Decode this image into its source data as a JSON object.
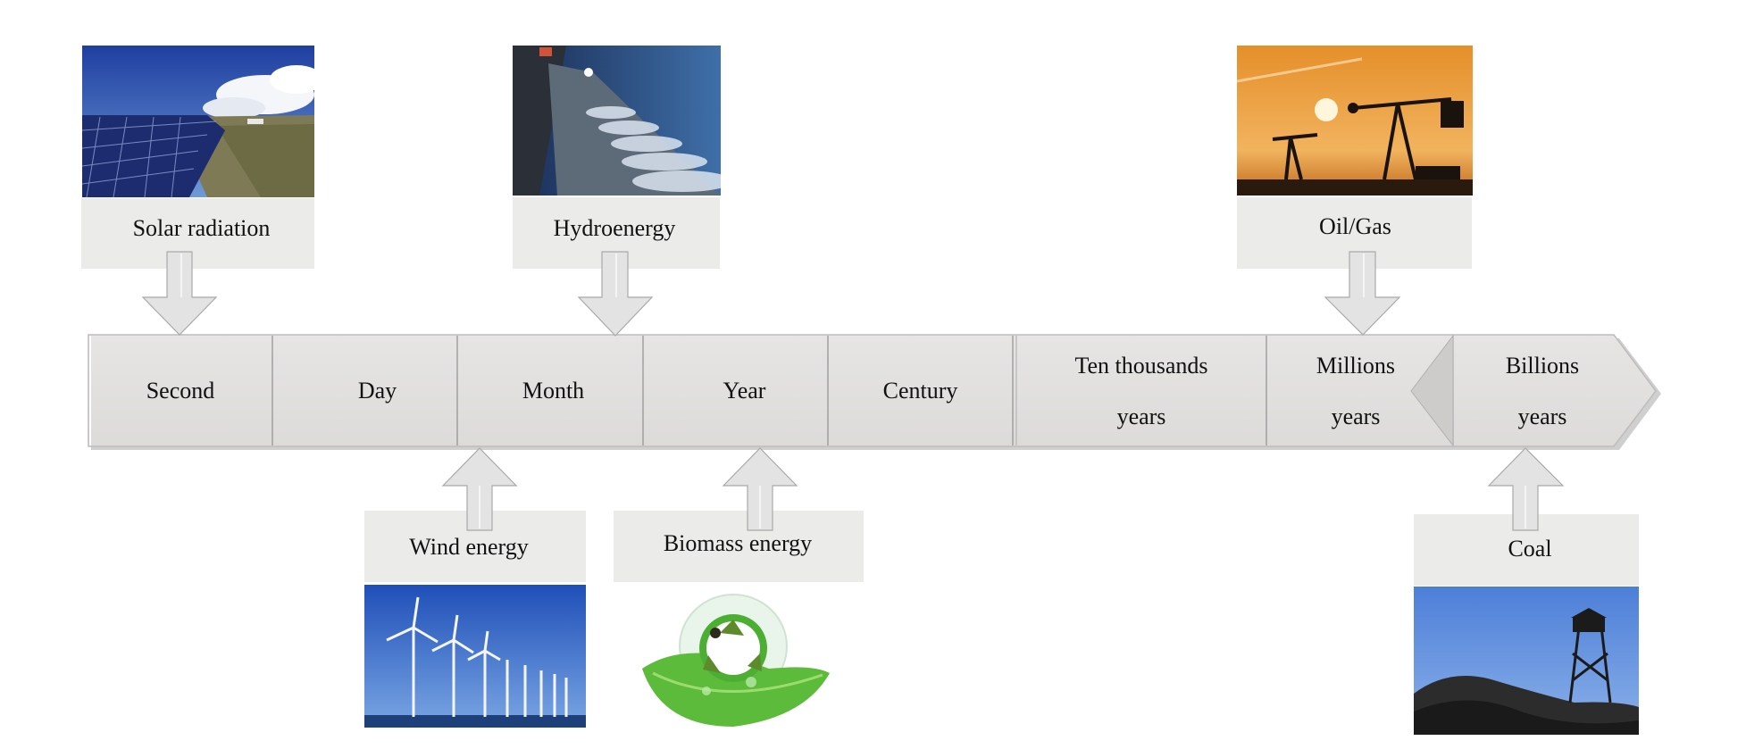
{
  "timeline": {
    "cells": [
      {
        "line1": "Second",
        "line2": ""
      },
      {
        "line1": "Day",
        "line2": ""
      },
      {
        "line1": "Month",
        "line2": ""
      },
      {
        "line1": "Year",
        "line2": ""
      },
      {
        "line1": "Century",
        "line2": ""
      },
      {
        "line1": "Ten thousands",
        "line2": "years"
      },
      {
        "line1": "Millions",
        "line2": "years"
      },
      {
        "line1": "Billions",
        "line2": "years"
      }
    ]
  },
  "sources": {
    "solar": {
      "label": "Solar radiation",
      "image": "solar-panels-photo"
    },
    "hydro": {
      "label": "Hydroenergy",
      "image": "dam-spillway-photo"
    },
    "oilgas": {
      "label": "Oil/Gas",
      "image": "oil-pumpjack-sunset-photo"
    },
    "wind": {
      "label": "Wind energy",
      "image": "wind-turbines-photo"
    },
    "biomass": {
      "label": "Biomass energy",
      "image": "recycle-leaf-icon"
    },
    "coal": {
      "label": "Coal",
      "image": "coal-pile-mine-tower-photo"
    }
  },
  "colors": {
    "bar_fill": "#e1e0df",
    "bar_edge": "#bdbcbb",
    "label_bg": "#ebebea",
    "arrow_fill": "#e3e3e3",
    "arrow_edge": "#a9a9a9"
  }
}
